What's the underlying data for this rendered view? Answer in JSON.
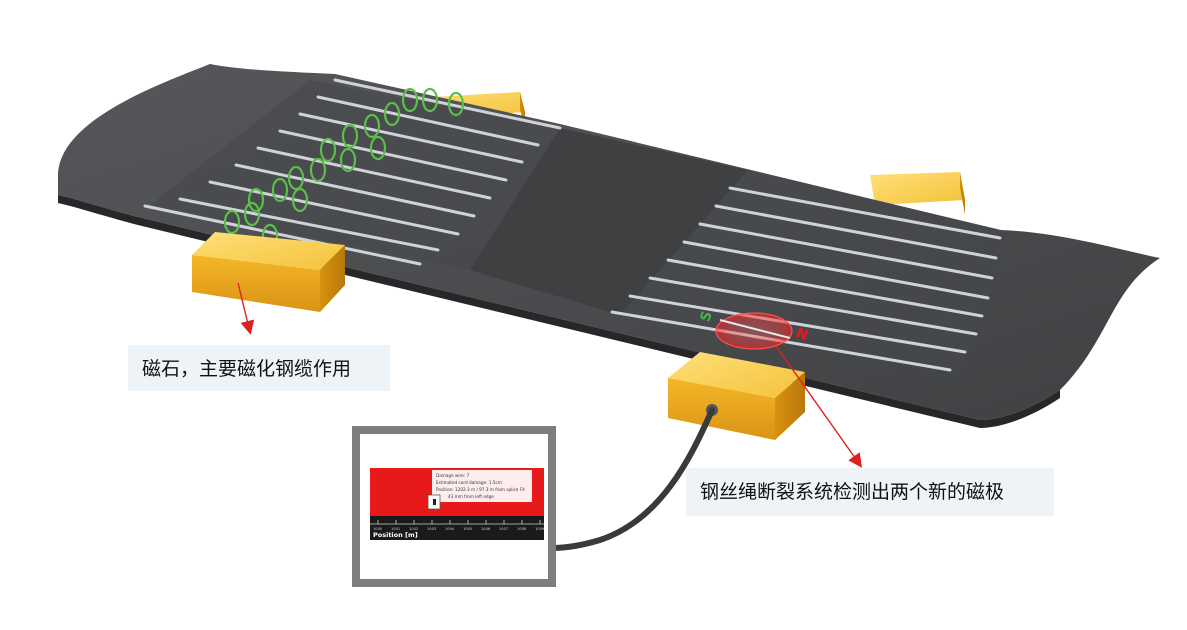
{
  "callouts": {
    "magnet": "磁石，主要磁化钢缆作用",
    "detection": "钢丝绳断裂系统检测出两个新的磁极"
  },
  "pole_labels": {
    "south": "S",
    "north": "N"
  },
  "monitor": {
    "info_lines": [
      "Damage wire: 7",
      "Estimated cord damage: 1.5cm",
      "Position: 1202.3 m / 97.3 m from splice F4",
      "43 mm from left edge"
    ],
    "scale_label": "Position [m]",
    "tick_labels": [
      "1000",
      "1001",
      "1002",
      "1003",
      "1004",
      "1005",
      "1006",
      "1007",
      "1008",
      "1009"
    ]
  },
  "colors": {
    "belt": "#4a4c4e",
    "belt_edge": "#2d2e30",
    "magnet": "#f1b92a",
    "coil": "#5bbf4a",
    "arrow": "#e02020",
    "monitor_frame": "#7e7e7e",
    "monitor_alert": "#e8191a"
  }
}
